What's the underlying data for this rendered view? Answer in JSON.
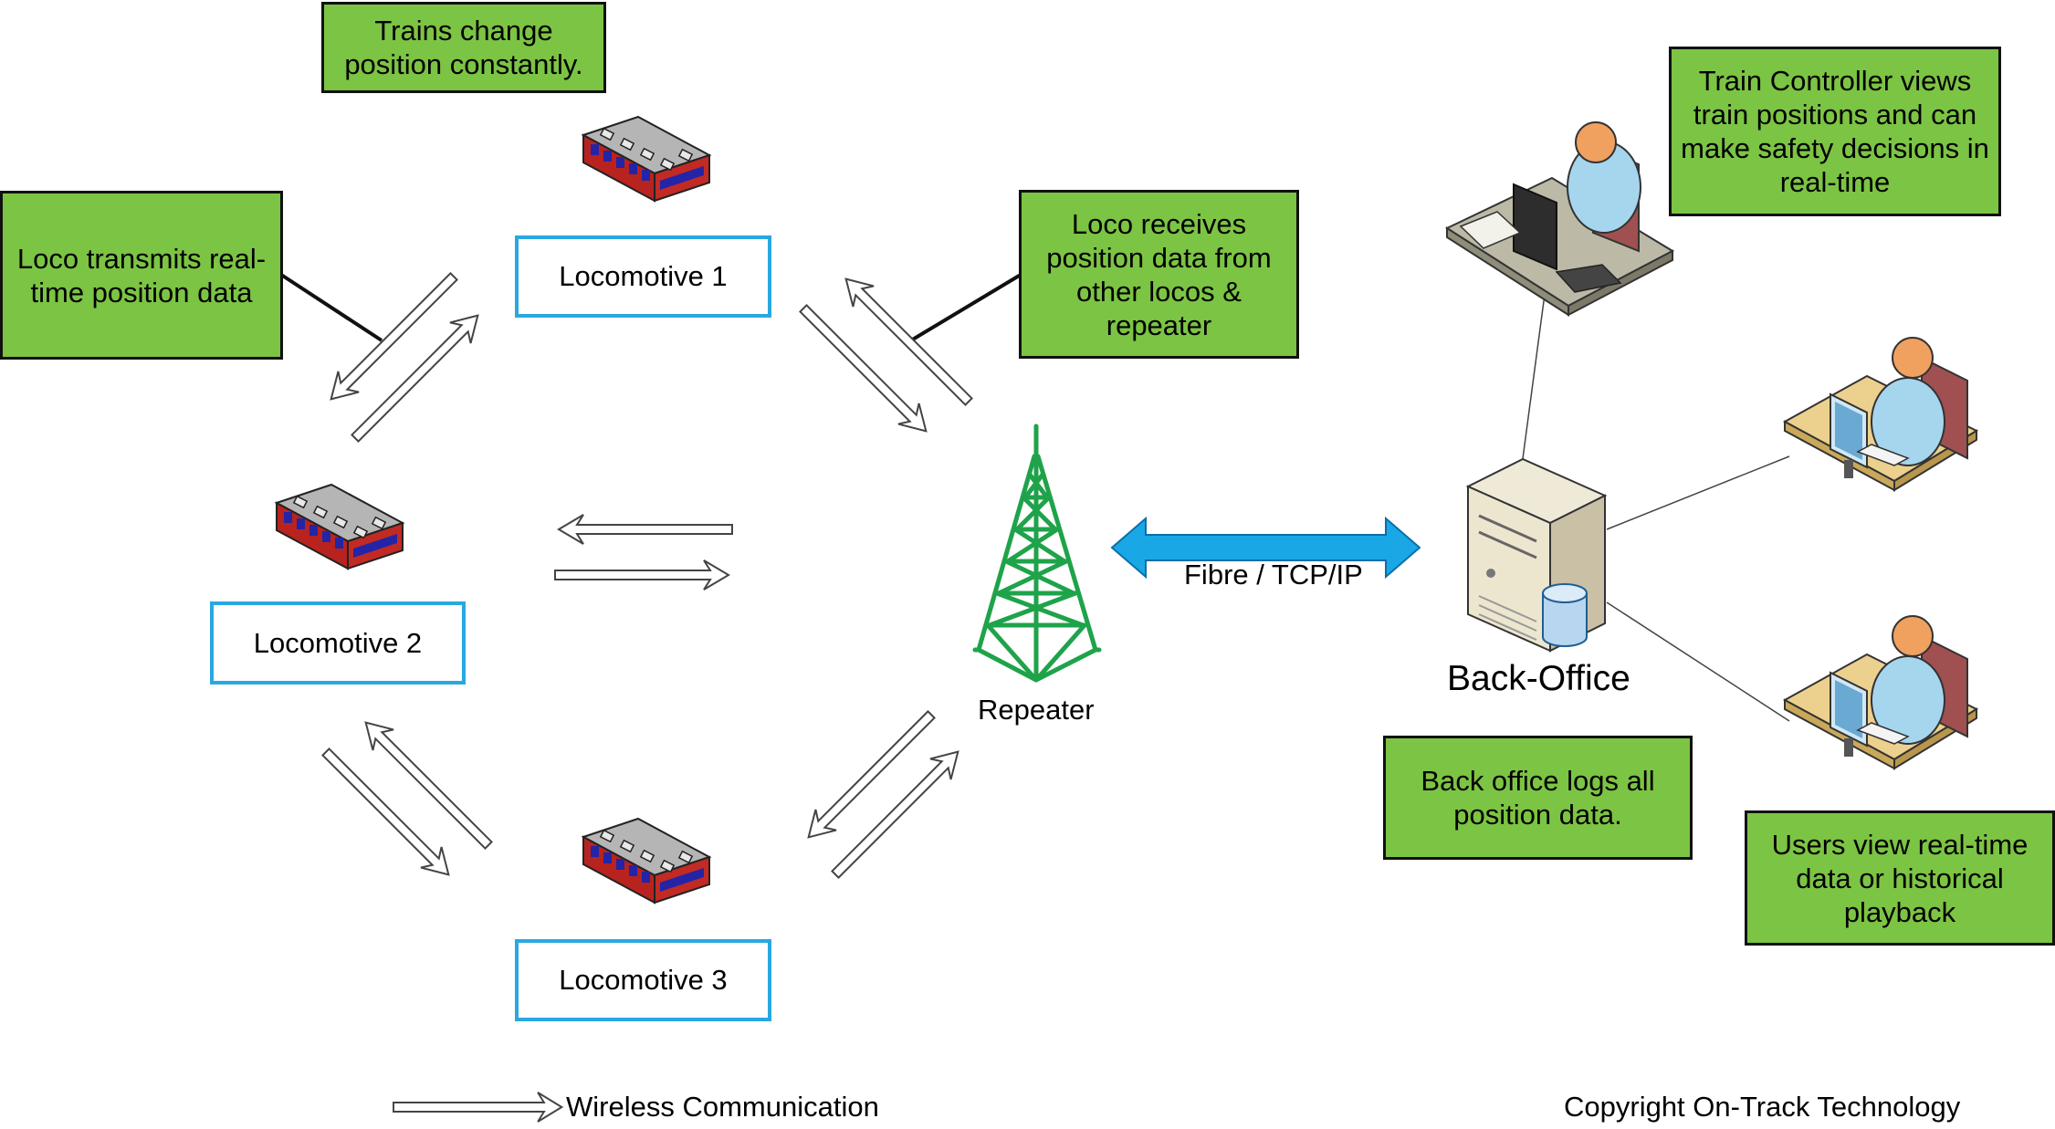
{
  "notes": {
    "trains_change": "Trains change\nposition constantly.",
    "loco_transmits": "Loco transmits real-\ntime position data",
    "loco_receives": "Loco receives\nposition data from\nother locos &\nrepeater",
    "train_controller": "Train Controller views\ntrain positions and can\nmake safety decisions in\nreal-time",
    "back_office_logs": "Back office logs all\nposition data.",
    "users_view": "Users view real-time\ndata or historical\nplayback"
  },
  "locomotives": [
    "Locomotive 1",
    "Locomotive 2",
    "Locomotive 3"
  ],
  "repeater_label": "Repeater",
  "link_label": "Fibre / TCP/IP",
  "backoffice_label": "Back-Office",
  "legend_label": "Wireless Communication",
  "copyright": "Copyright On-Track Technology",
  "colors": {
    "note_fill": "#7cc444",
    "loco_border": "#29a8e0",
    "tower": "#1fa34a",
    "link_arrow": "#1aa7e6",
    "train_body": "#b8231f",
    "train_window": "#2424a6"
  },
  "icons": [
    "train-icon",
    "tower-icon",
    "server-icon",
    "database-icon",
    "workstation-icon",
    "person-icon"
  ]
}
